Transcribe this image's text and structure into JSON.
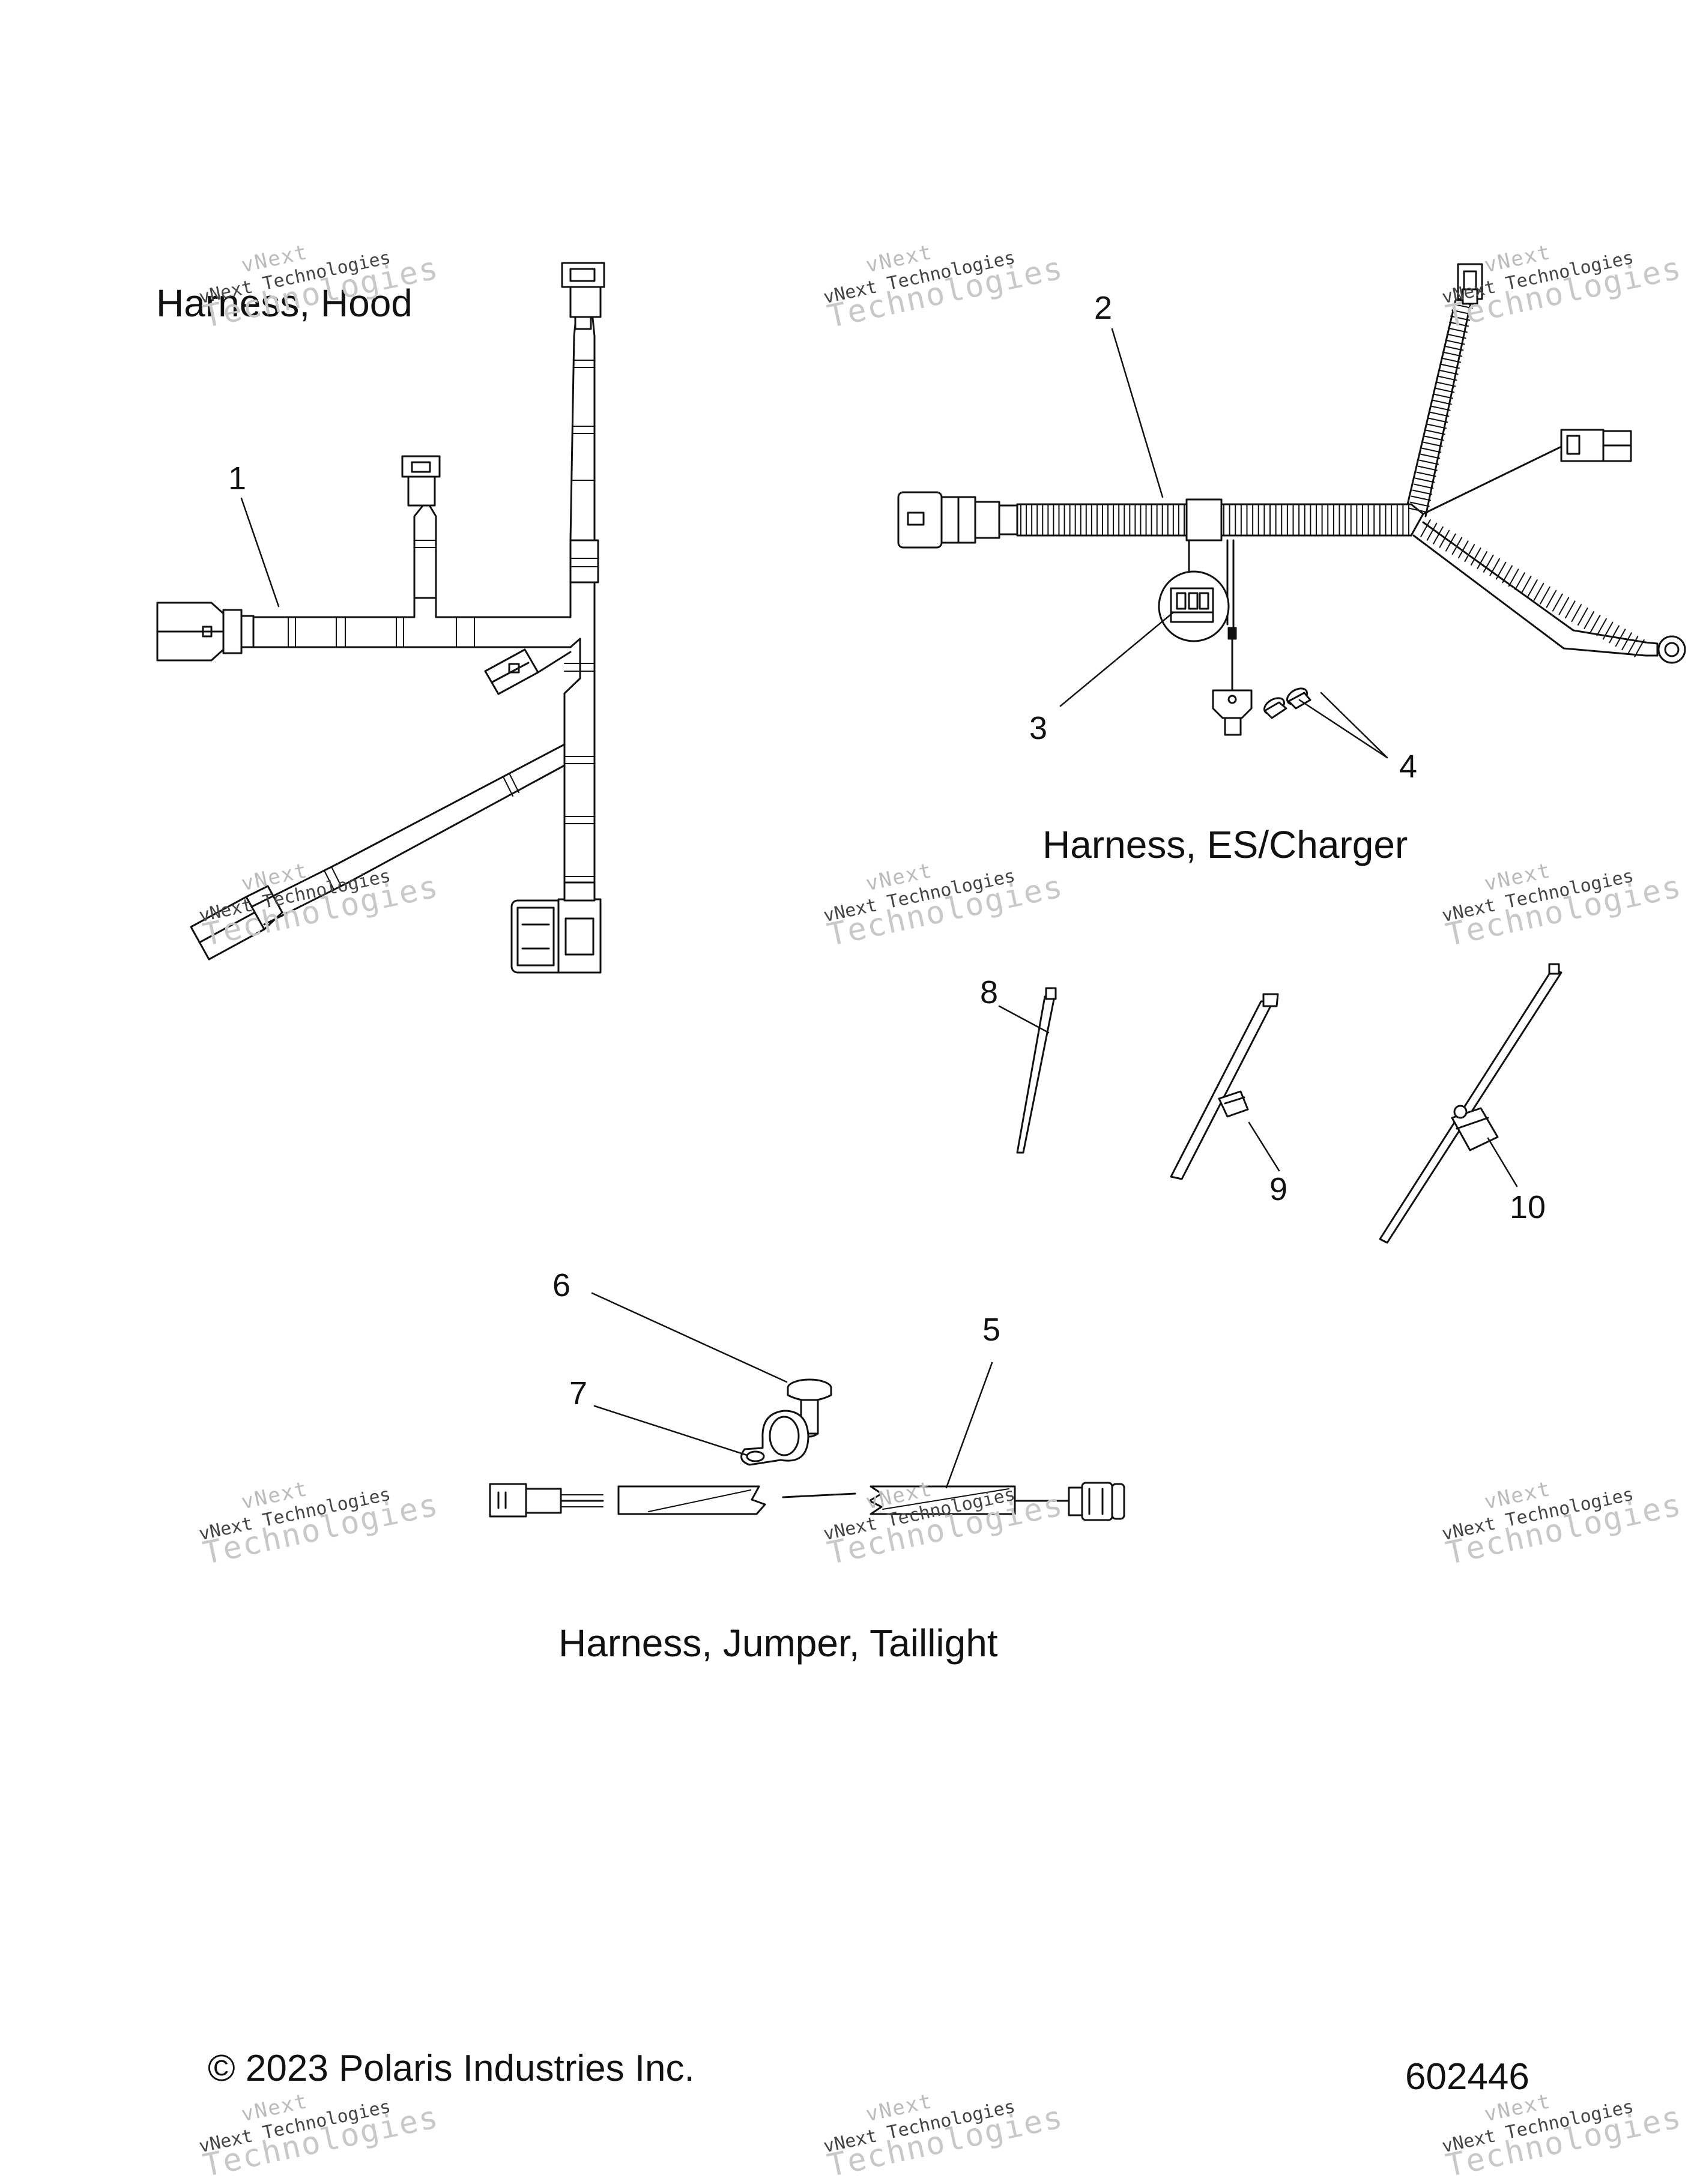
{
  "titles": {
    "hood": "Harness, Hood",
    "es_charger": "Harness, ES/Charger",
    "jumper": "Harness, Jumper, Taillight"
  },
  "callouts": [
    "1",
    "2",
    "3",
    "4",
    "5",
    "6",
    "7",
    "8",
    "9",
    "10"
  ],
  "footer": {
    "copyright": "© 2023 Polaris Industries Inc.",
    "drawing_number": "602446"
  },
  "watermark": {
    "line1": "vNext",
    "line2": "vNext Technologies",
    "line3": "Technologies"
  }
}
